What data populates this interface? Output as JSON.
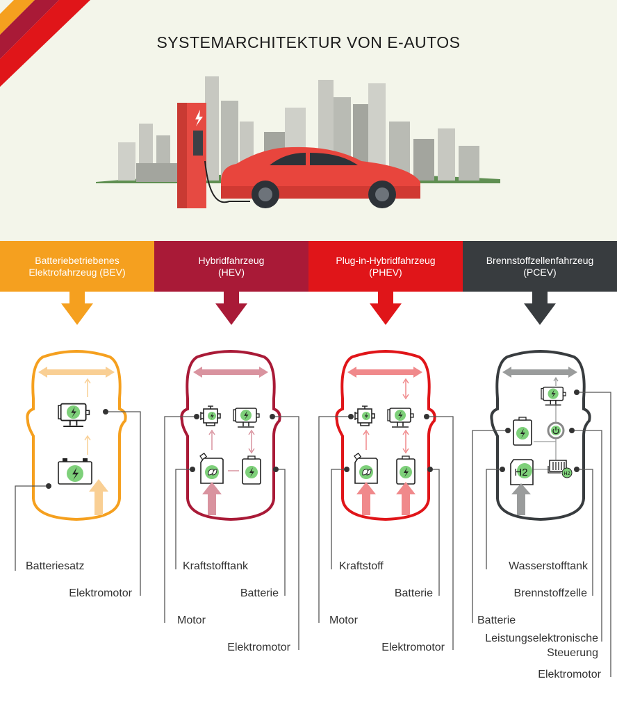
{
  "title": "SYSTEMARCHITEKTUR VON E-AUTOS",
  "colors": {
    "bev": "#f5a01f",
    "hev": "#a91a37",
    "phev": "#e01519",
    "pcev": "#383c3f",
    "green": "#7ed07a",
    "header_bg": "#f3f5ea"
  },
  "columns": [
    {
      "line1": "Batteriebetriebenes",
      "line2": "Elektrofahrzeug (BEV)",
      "labels": [
        "Batteriesatz",
        "Elektromotor"
      ]
    },
    {
      "line1": "Hybridfahrzeug",
      "line2": "(HEV)",
      "labels": [
        "Kraftstofftank",
        "Batterie",
        "Motor",
        "Elektromotor"
      ]
    },
    {
      "line1": "Plug-in-Hybridfahrzeug",
      "line2": "(PHEV)",
      "labels": [
        "Kraftstoff",
        "Batterie",
        "Motor",
        "Elektromotor"
      ]
    },
    {
      "line1": "Brennstoffzellenfahrzeug",
      "line2": "(PCEV)",
      "labels": [
        "Wasserstofftank",
        "Brennstoffzelle",
        "Batterie",
        "Leistungselektronische",
        "Steuerung",
        "Elektromotor"
      ]
    }
  ],
  "icons": {
    "h2_tank": "H2",
    "h2_badge": "H2"
  }
}
